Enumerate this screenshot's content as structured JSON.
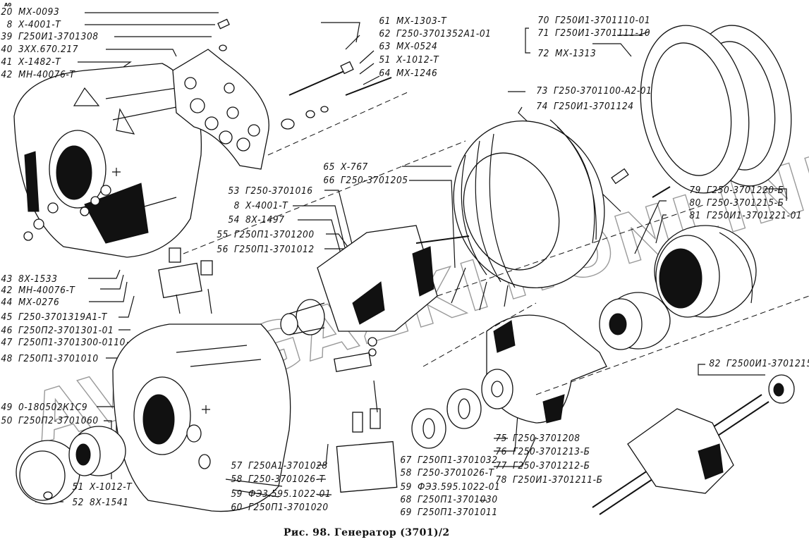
{
  "diagram": {
    "title": "Рис. 98. Генератор (3701)/2",
    "corner_mark": "A0",
    "watermark": "AVTOGAZKIT.ONLINE",
    "labels": [
      {
        "num": "20",
        "part": "МХ-0093"
      },
      {
        "num": "8",
        "part": "Х-4001-Т"
      },
      {
        "num": "39",
        "part": "Г250И1-3701308"
      },
      {
        "num": "40",
        "part": "3ХХ.670.217"
      },
      {
        "num": "41",
        "part": "Х-1482-Т"
      },
      {
        "num": "42",
        "part": "МН-40076-Т"
      },
      {
        "num": "61",
        "part": "МХ-1303-Т"
      },
      {
        "num": "62",
        "part": "Г250-3701352А1-01"
      },
      {
        "num": "63",
        "part": "МХ-0524"
      },
      {
        "num": "51",
        "part": "Х-1012-Т"
      },
      {
        "num": "64",
        "part": "МХ-1246"
      },
      {
        "num": "70",
        "part": "Г250И1-3701110-01"
      },
      {
        "num": "71",
        "part": "Г250И1-3701111-10"
      },
      {
        "num": "72",
        "part": "МХ-1313"
      },
      {
        "num": "73",
        "part": "Г250-3701100-А2-01"
      },
      {
        "num": "74",
        "part": "Г250И1-3701124"
      },
      {
        "num": "65",
        "part": "Х-767"
      },
      {
        "num": "66",
        "part": "Г250-3701205"
      },
      {
        "num": "53",
        "part": "Г250-3701016"
      },
      {
        "num": "8",
        "part": "Х-4001-Т"
      },
      {
        "num": "54",
        "part": "8Х-1497"
      },
      {
        "num": "55",
        "part": "Г250П1-3701200"
      },
      {
        "num": "56",
        "part": "Г250П1-3701012"
      },
      {
        "num": "79",
        "part": "Г250-3701220-Б"
      },
      {
        "num": "80",
        "part": "Г250-3701215-Б"
      },
      {
        "num": "81",
        "part": "Г250И1-3701221-01"
      },
      {
        "num": "43",
        "part": "8Х-1533"
      },
      {
        "num": "42",
        "part": "МН-40076-Т"
      },
      {
        "num": "44",
        "part": "МХ-0276"
      },
      {
        "num": "45",
        "part": "Г250-3701319А1-Т"
      },
      {
        "num": "46",
        "part": "Г250П2-3701301-01"
      },
      {
        "num": "47",
        "part": "Г250П1-3701300-0110"
      },
      {
        "num": "48",
        "part": "Г250П1-3701010"
      },
      {
        "num": "82",
        "part": "Г2500И1-3701215"
      },
      {
        "num": "49",
        "part": "0-180502К1С9"
      },
      {
        "num": "50",
        "part": "Г250П2-3701060"
      },
      {
        "num": "51",
        "part": "Х-1012-Т"
      },
      {
        "num": "52",
        "part": "8Х-1541"
      },
      {
        "num": "57",
        "part": "Г250А1-3701028"
      },
      {
        "num": "58",
        "part": "Г250-3701026-Т"
      },
      {
        "num": "59",
        "part": "ФЭ3.595.1022-01"
      },
      {
        "num": "60",
        "part": "Г250П1-3701020"
      },
      {
        "num": "67",
        "part": "Г250П1-3701032"
      },
      {
        "num": "58",
        "part": "Г250-3701026-Т"
      },
      {
        "num": "59",
        "part": "ФЭ3.595.1022-01"
      },
      {
        "num": "68",
        "part": "Г250П1-3701030"
      },
      {
        "num": "69",
        "part": "Г250П1-3701011"
      },
      {
        "num": "75",
        "part": "Г250-3701208"
      },
      {
        "num": "76",
        "part": "Г250-3701213-Б"
      },
      {
        "num": "77",
        "part": "Г250-3701212-Б"
      },
      {
        "num": "78",
        "part": "Г250И1-3701211-Б"
      }
    ]
  }
}
